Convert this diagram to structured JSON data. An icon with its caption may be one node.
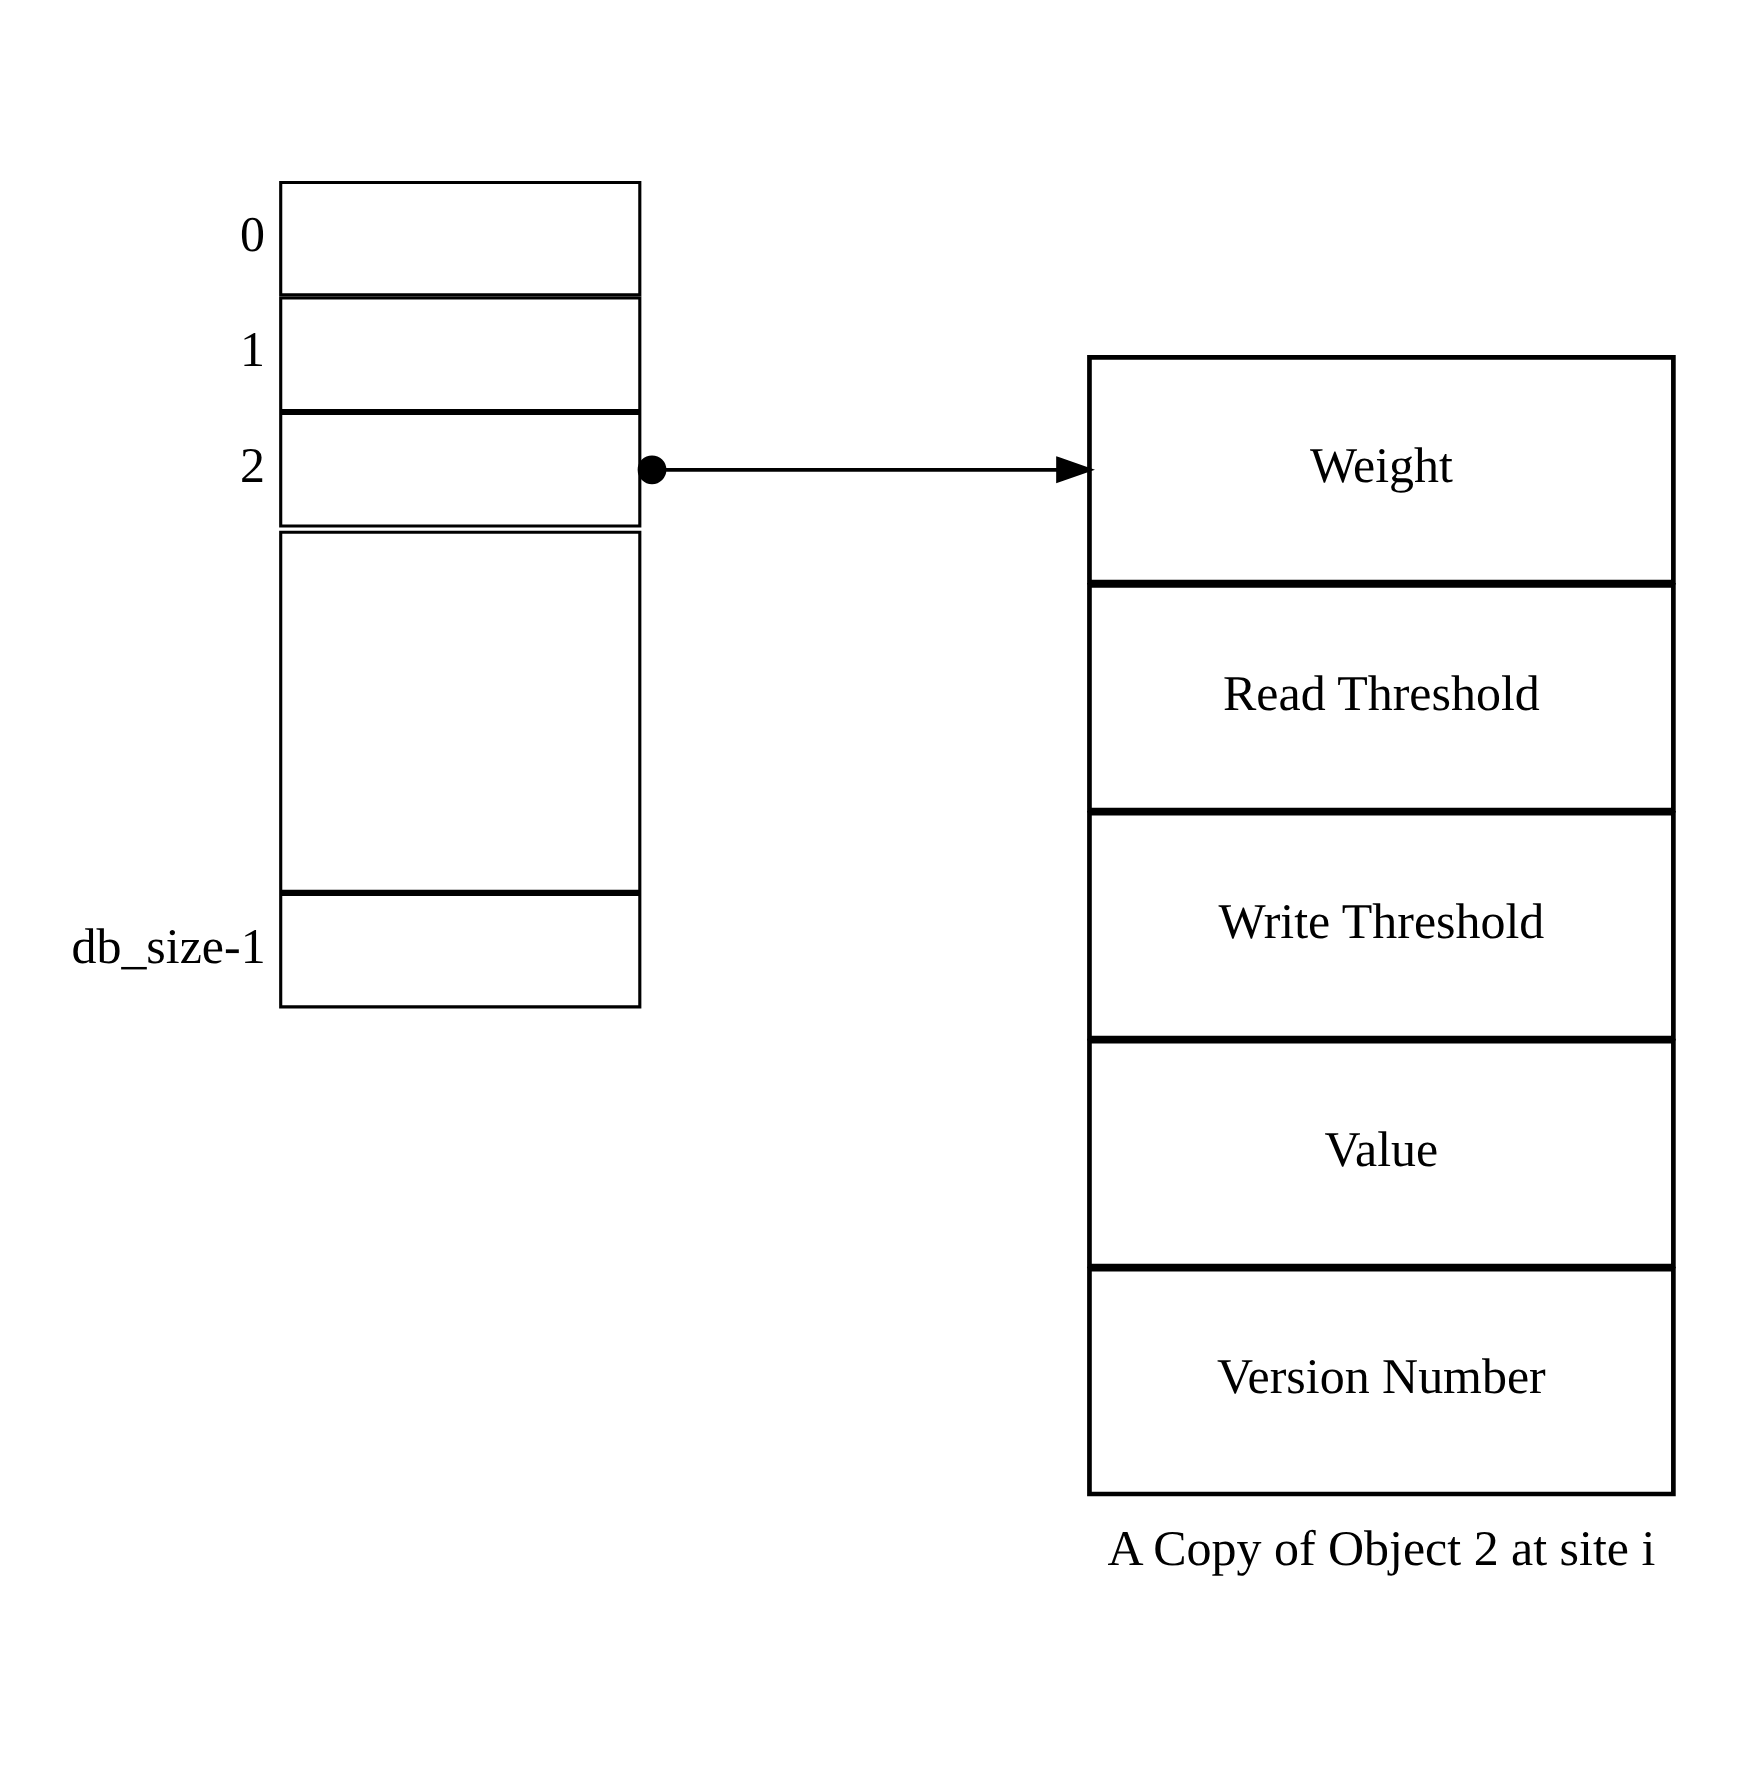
{
  "diagram": {
    "nodes": [
      {
        "text": [],
        "shape": "box",
        "beside": [
          "0"
        ]
      },
      {
        "text": [],
        "shape": "box",
        "beside": [
          "1"
        ]
      },
      {
        "text": [],
        "shape": "box",
        "beside": [
          "2"
        ]
      },
      {
        "text": [],
        "shape": "box"
      },
      {
        "text": [],
        "shape": "box",
        "beside": [
          "db_size-1"
        ]
      },
      {
        "text": [
          "Weight"
        ]
      },
      {
        "text": [
          "Read Threshold"
        ]
      },
      {
        "text": [
          "Write Threshold"
        ]
      },
      {
        "text": [
          "Value"
        ]
      },
      {
        "text": [
          "Version Number"
        ]
      }
    ],
    "edges": [
      {
        "from": 2,
        "to": 5,
        "arrow": "to"
      }
    ],
    "labels": [
      "A Copy of Object 2 at site i"
    ]
  }
}
